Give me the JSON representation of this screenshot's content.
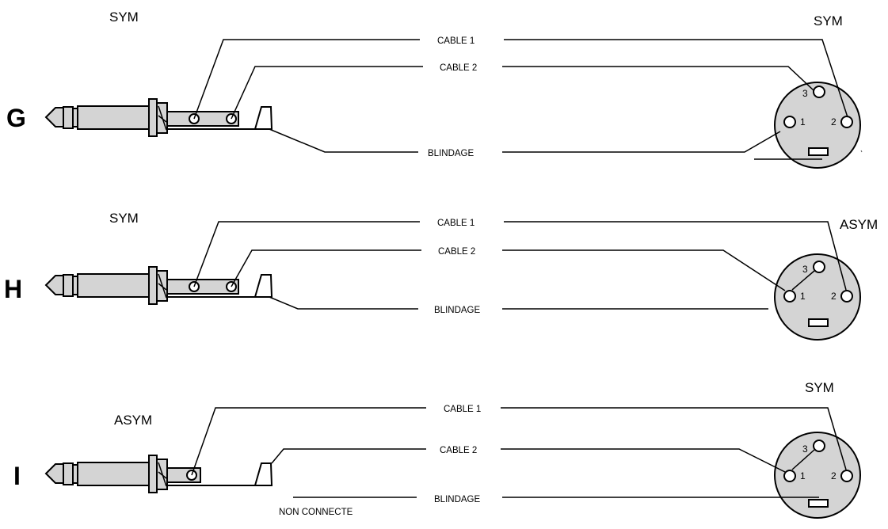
{
  "diagrams": [
    {
      "id": "G",
      "letter": "G",
      "left_mode": "SYM",
      "right_mode": "SYM",
      "wires": {
        "cable1": "CABLE 1",
        "cable2": "CABLE 2",
        "shield": "BLINDAGE"
      },
      "pins": {
        "p1": "1",
        "p2": "2",
        "p3": "3"
      }
    },
    {
      "id": "H",
      "letter": "H",
      "left_mode": "SYM",
      "right_mode": "ASYM",
      "wires": {
        "cable1": "CABLE 1",
        "cable2": "CABLE 2",
        "shield": "BLINDAGE"
      },
      "pins": {
        "p1": "1",
        "p2": "2",
        "p3": "3"
      }
    },
    {
      "id": "I",
      "letter": "I",
      "left_mode": "ASYM",
      "right_mode": "SYM",
      "wires": {
        "cable1": "CABLE 1",
        "cable2": "CABLE 2",
        "shield": "BLINDAGE"
      },
      "pins": {
        "p1": "1",
        "p2": "2",
        "p3": "3"
      },
      "note": "NON CONNECTE"
    }
  ],
  "colors": {
    "ink": "#000000",
    "body_fill": "#d4d4d4",
    "background": "#ffffff"
  }
}
